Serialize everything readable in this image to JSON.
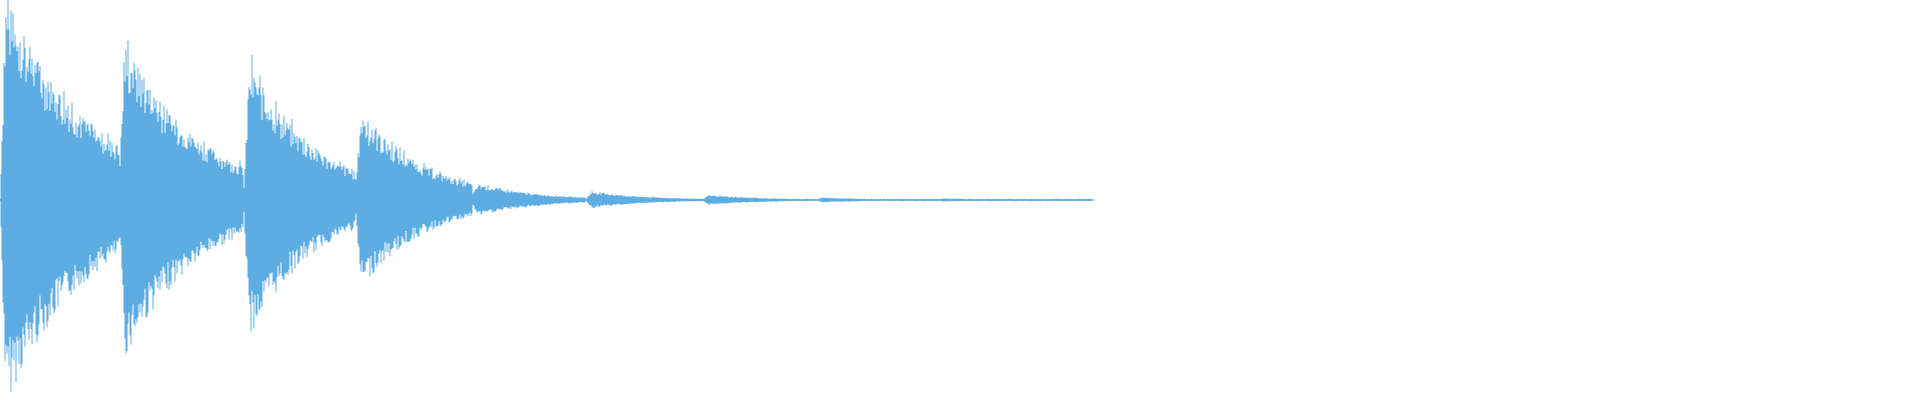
{
  "waveform": {
    "color": "#5dade2",
    "background": "#ffffff",
    "duration_fraction_visible": 0.57,
    "decay_profile": "repeated-decaying-hits",
    "hits": [
      {
        "start_fraction": 0.0,
        "peak_amplitude": 0.5,
        "decay": 0.045
      },
      {
        "start_fraction": 0.062,
        "peak_amplitude": 0.35,
        "decay": 0.04
      },
      {
        "start_fraction": 0.127,
        "peak_amplitude": 0.32,
        "decay": 0.035
      },
      {
        "start_fraction": 0.185,
        "peak_amplitude": 0.2,
        "decay": 0.035
      },
      {
        "start_fraction": 0.246,
        "peak_amplitude": 0.03,
        "decay": 0.03
      },
      {
        "start_fraction": 0.305,
        "peak_amplitude": 0.02,
        "decay": 0.03
      },
      {
        "start_fraction": 0.366,
        "peak_amplitude": 0.012,
        "decay": 0.03
      },
      {
        "start_fraction": 0.425,
        "peak_amplitude": 0.006,
        "decay": 0.03
      },
      {
        "start_fraction": 0.488,
        "peak_amplitude": 0.004,
        "decay": 0.03
      },
      {
        "start_fraction": 0.55,
        "peak_amplitude": 0.003,
        "decay": 0.01
      }
    ]
  }
}
